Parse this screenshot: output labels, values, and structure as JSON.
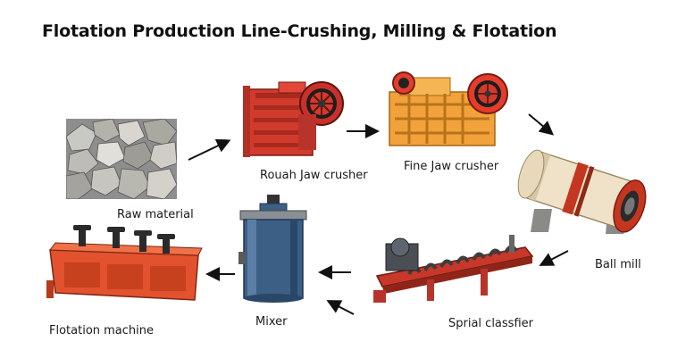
{
  "title": "Flotation Production Line-Crushing, Milling & Flotation",
  "colors": {
    "jaw_red": "#d23a2c",
    "fine_jaw_orange": "#f2a23b",
    "ball_mill_body": "#efe2c8",
    "ball_mill_flange": "#c4361f",
    "classifier_red": "#c8382a",
    "classifier_dark": "#3d3d3d",
    "mixer_blue": "#3c5f86",
    "flotation_orange": "#e2522e",
    "ore_grey": "#9b9b9b",
    "arrow": "#111111"
  },
  "nodes": [
    {
      "id": "raw",
      "label": "Raw material",
      "icon": "ore-pile-icon"
    },
    {
      "id": "rough",
      "label": "Rouah Jaw crusher",
      "icon": "jaw-crusher-icon"
    },
    {
      "id": "fine",
      "label": "Fine Jaw crusher",
      "icon": "fine-jaw-crusher-icon"
    },
    {
      "id": "ball",
      "label": "Ball mill",
      "icon": "ball-mill-icon"
    },
    {
      "id": "spiral",
      "label": "Sprial classfier",
      "icon": "spiral-classifier-icon"
    },
    {
      "id": "mixer",
      "label": "Mixer",
      "icon": "mixer-tank-icon"
    },
    {
      "id": "flot",
      "label": "Flotation machine",
      "icon": "flotation-machine-icon"
    }
  ],
  "edges": [
    [
      "raw",
      "rough"
    ],
    [
      "rough",
      "fine"
    ],
    [
      "fine",
      "ball"
    ],
    [
      "ball",
      "spiral"
    ],
    [
      "spiral",
      "mixer"
    ],
    [
      "mixer",
      "flot"
    ]
  ]
}
